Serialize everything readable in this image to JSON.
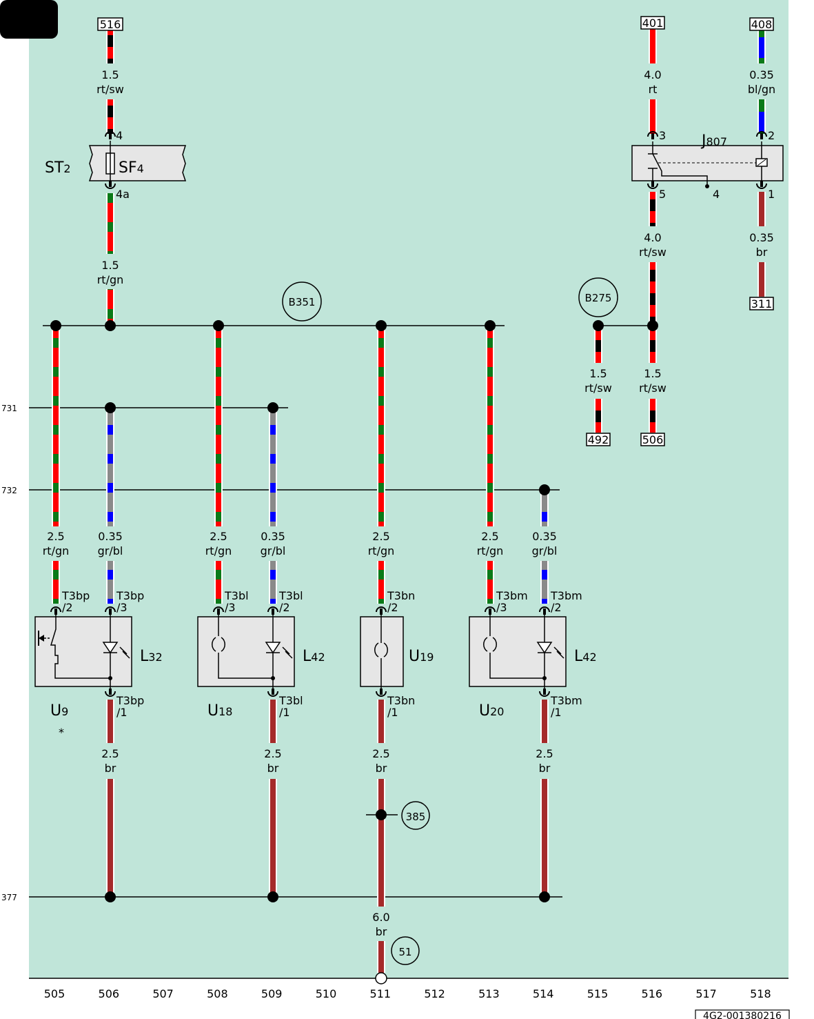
{
  "colors": {
    "background": "#c0e5d9",
    "rt": "#ff0000",
    "sw": "#000000",
    "gn": "#0a7a18",
    "bl": "#0000ff",
    "gr": "#8a8a8a",
    "br": "#a52a2a",
    "component_fill": "#e6e6e6"
  },
  "current_tracks": [
    "505",
    "506",
    "507",
    "508",
    "509",
    "510",
    "511",
    "512",
    "513",
    "514",
    "515",
    "516",
    "517",
    "518"
  ],
  "doc_number": "4G2-001380216",
  "ref_boxes": {
    "r516": "516",
    "r401": "401",
    "r408": "408",
    "r311": "311",
    "r492": "492",
    "r506": "506"
  },
  "grounds": {
    "g351": "B351",
    "g275": "B275",
    "g385": "385",
    "g51": "51"
  },
  "rails": {
    "r731": "731",
    "r732": "732",
    "r377": "377"
  },
  "components": {
    "fuse_box": "ST",
    "fuse_box_sub": "2",
    "fuse": "SF",
    "fuse_sub": "4",
    "relay": "J",
    "relay_sub": "807",
    "u9": "U",
    "u9_sub": "9",
    "u9_note": "*",
    "u18": "U",
    "u18_sub": "18",
    "u19": "U",
    "u19_sub": "19",
    "u20": "U",
    "u20_sub": "20",
    "l32": "L",
    "l32_sub": "32",
    "l42a": "L",
    "l42a_sub": "42",
    "l42b": "L",
    "l42b_sub": "42"
  },
  "pins": {
    "sf4_in": "4",
    "sf4_out": "4a",
    "j807_p3": "3",
    "j807_p2": "2",
    "j807_p5": "5",
    "j807_p4": "4",
    "j807_p1": "1",
    "t3bp_conn": "T3bp",
    "t3bp_2": "/2",
    "t3bp_3": "/3",
    "t3bp_1": "/1",
    "t3bl_conn": "T3bl",
    "t3bl_3": "/3",
    "t3bl_2": "/2",
    "t3bl_1": "/1",
    "t3bn_conn": "T3bn",
    "t3bn_2": "/2",
    "t3bn_1": "/1",
    "t3bm_conn": "T3bm",
    "t3bm_3": "/3",
    "t3bm_2": "/2",
    "t3bm_1": "/1"
  },
  "wires": {
    "w516_size": "1.5",
    "w516_color": "rt/sw",
    "w506b_size": "1.5",
    "w506b_color": "rt/gn",
    "w401_size": "4.0",
    "w401_color": "rt",
    "w408_size": "0.35",
    "w408_color": "bl/gn",
    "w516b_size": "4.0",
    "w516b_color": "rt/sw",
    "w311_size": "0.35",
    "w311_color": "br",
    "w492_size": "1.5",
    "w492_color": "rt/sw",
    "w506c_size": "1.5",
    "w506c_color": "rt/sw",
    "c505_size": "2.5",
    "c505_color": "rt/gn",
    "c506_size": "0.35",
    "c506_color": "gr/bl",
    "c508_size": "2.5",
    "c508_color": "rt/gn",
    "c509_size": "0.35",
    "c509_color": "gr/bl",
    "c511_size": "2.5",
    "c511_color": "rt/gn",
    "c513_size": "2.5",
    "c513_color": "rt/gn",
    "c514_size": "0.35",
    "c514_color": "gr/bl",
    "b506_size": "2.5",
    "b506_color": "br",
    "b509_size": "2.5",
    "b509_color": "br",
    "b511_size": "2.5",
    "b511_color": "br",
    "b514_size": "2.5",
    "b514_color": "br",
    "b511g_size": "6.0",
    "b511g_color": "br"
  }
}
